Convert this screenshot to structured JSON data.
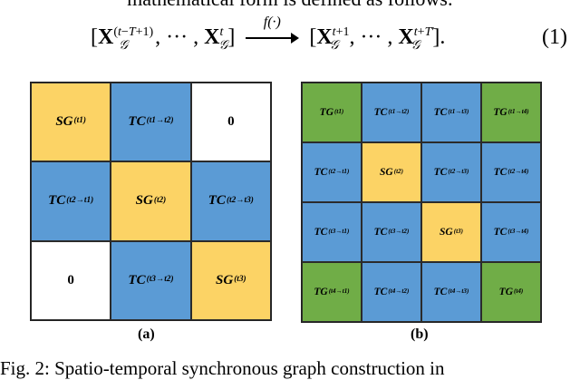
{
  "header_line": "mathematical form is defined as follows:",
  "equation": {
    "lhs": "[X𝒢(t−T+1), ··· , X𝒢t]",
    "arrow_label": "f(·)",
    "rhs": "[X𝒢t+1, ··· , X𝒢t+T′].",
    "number": "(1)"
  },
  "figure_a": {
    "caption": "(a)",
    "cells": [
      {
        "main": "SG",
        "sup": "(t1)",
        "color": "#fcd365"
      },
      {
        "main": "TC",
        "sup": "(t1→t2)",
        "color": "#5b9bd5"
      },
      {
        "main": "0",
        "sup": "",
        "color": "#ffffff"
      },
      {
        "main": "TC",
        "sup": "(t2→t1)",
        "color": "#5b9bd5"
      },
      {
        "main": "SG",
        "sup": "(t2)",
        "color": "#fcd365"
      },
      {
        "main": "TC",
        "sup": "(t2→t3)",
        "color": "#5b9bd5"
      },
      {
        "main": "0",
        "sup": "",
        "color": "#ffffff"
      },
      {
        "main": "TC",
        "sup": "(t3→t2)",
        "color": "#5b9bd5"
      },
      {
        "main": "SG",
        "sup": "(t3)",
        "color": "#fcd365"
      }
    ]
  },
  "figure_b": {
    "caption": "(b)",
    "cells": [
      {
        "main": "TG",
        "sup": "(t1)",
        "color": "#70ad47"
      },
      {
        "main": "TC",
        "sup": "(t1→t2)",
        "color": "#5b9bd5"
      },
      {
        "main": "TC",
        "sup": "(t1→t3)",
        "color": "#5b9bd5"
      },
      {
        "main": "TG",
        "sup": "(t1→t4)",
        "color": "#70ad47"
      },
      {
        "main": "TC",
        "sup": "(t2→t1)",
        "color": "#5b9bd5"
      },
      {
        "main": "SG",
        "sup": "(t2)",
        "color": "#fcd365"
      },
      {
        "main": "TC",
        "sup": "(t2→t3)",
        "color": "#5b9bd5"
      },
      {
        "main": "TC",
        "sup": "(t2→t4)",
        "color": "#5b9bd5"
      },
      {
        "main": "TC",
        "sup": "(t3→t1)",
        "color": "#5b9bd5"
      },
      {
        "main": "TC",
        "sup": "(t3→t2)",
        "color": "#5b9bd5"
      },
      {
        "main": "SG",
        "sup": "(t3)",
        "color": "#fcd365"
      },
      {
        "main": "TC",
        "sup": "(t3→t4)",
        "color": "#5b9bd5"
      },
      {
        "main": "TG",
        "sup": "(t4→t1)",
        "color": "#70ad47"
      },
      {
        "main": "TC",
        "sup": "(t4→t2)",
        "color": "#5b9bd5"
      },
      {
        "main": "TC",
        "sup": "(t4→t3)",
        "color": "#5b9bd5"
      },
      {
        "main": "TG",
        "sup": "(t4)",
        "color": "#70ad47"
      }
    ]
  },
  "bottom_caption": "Fig. 2: Spatio-temporal synchronous graph construction in"
}
